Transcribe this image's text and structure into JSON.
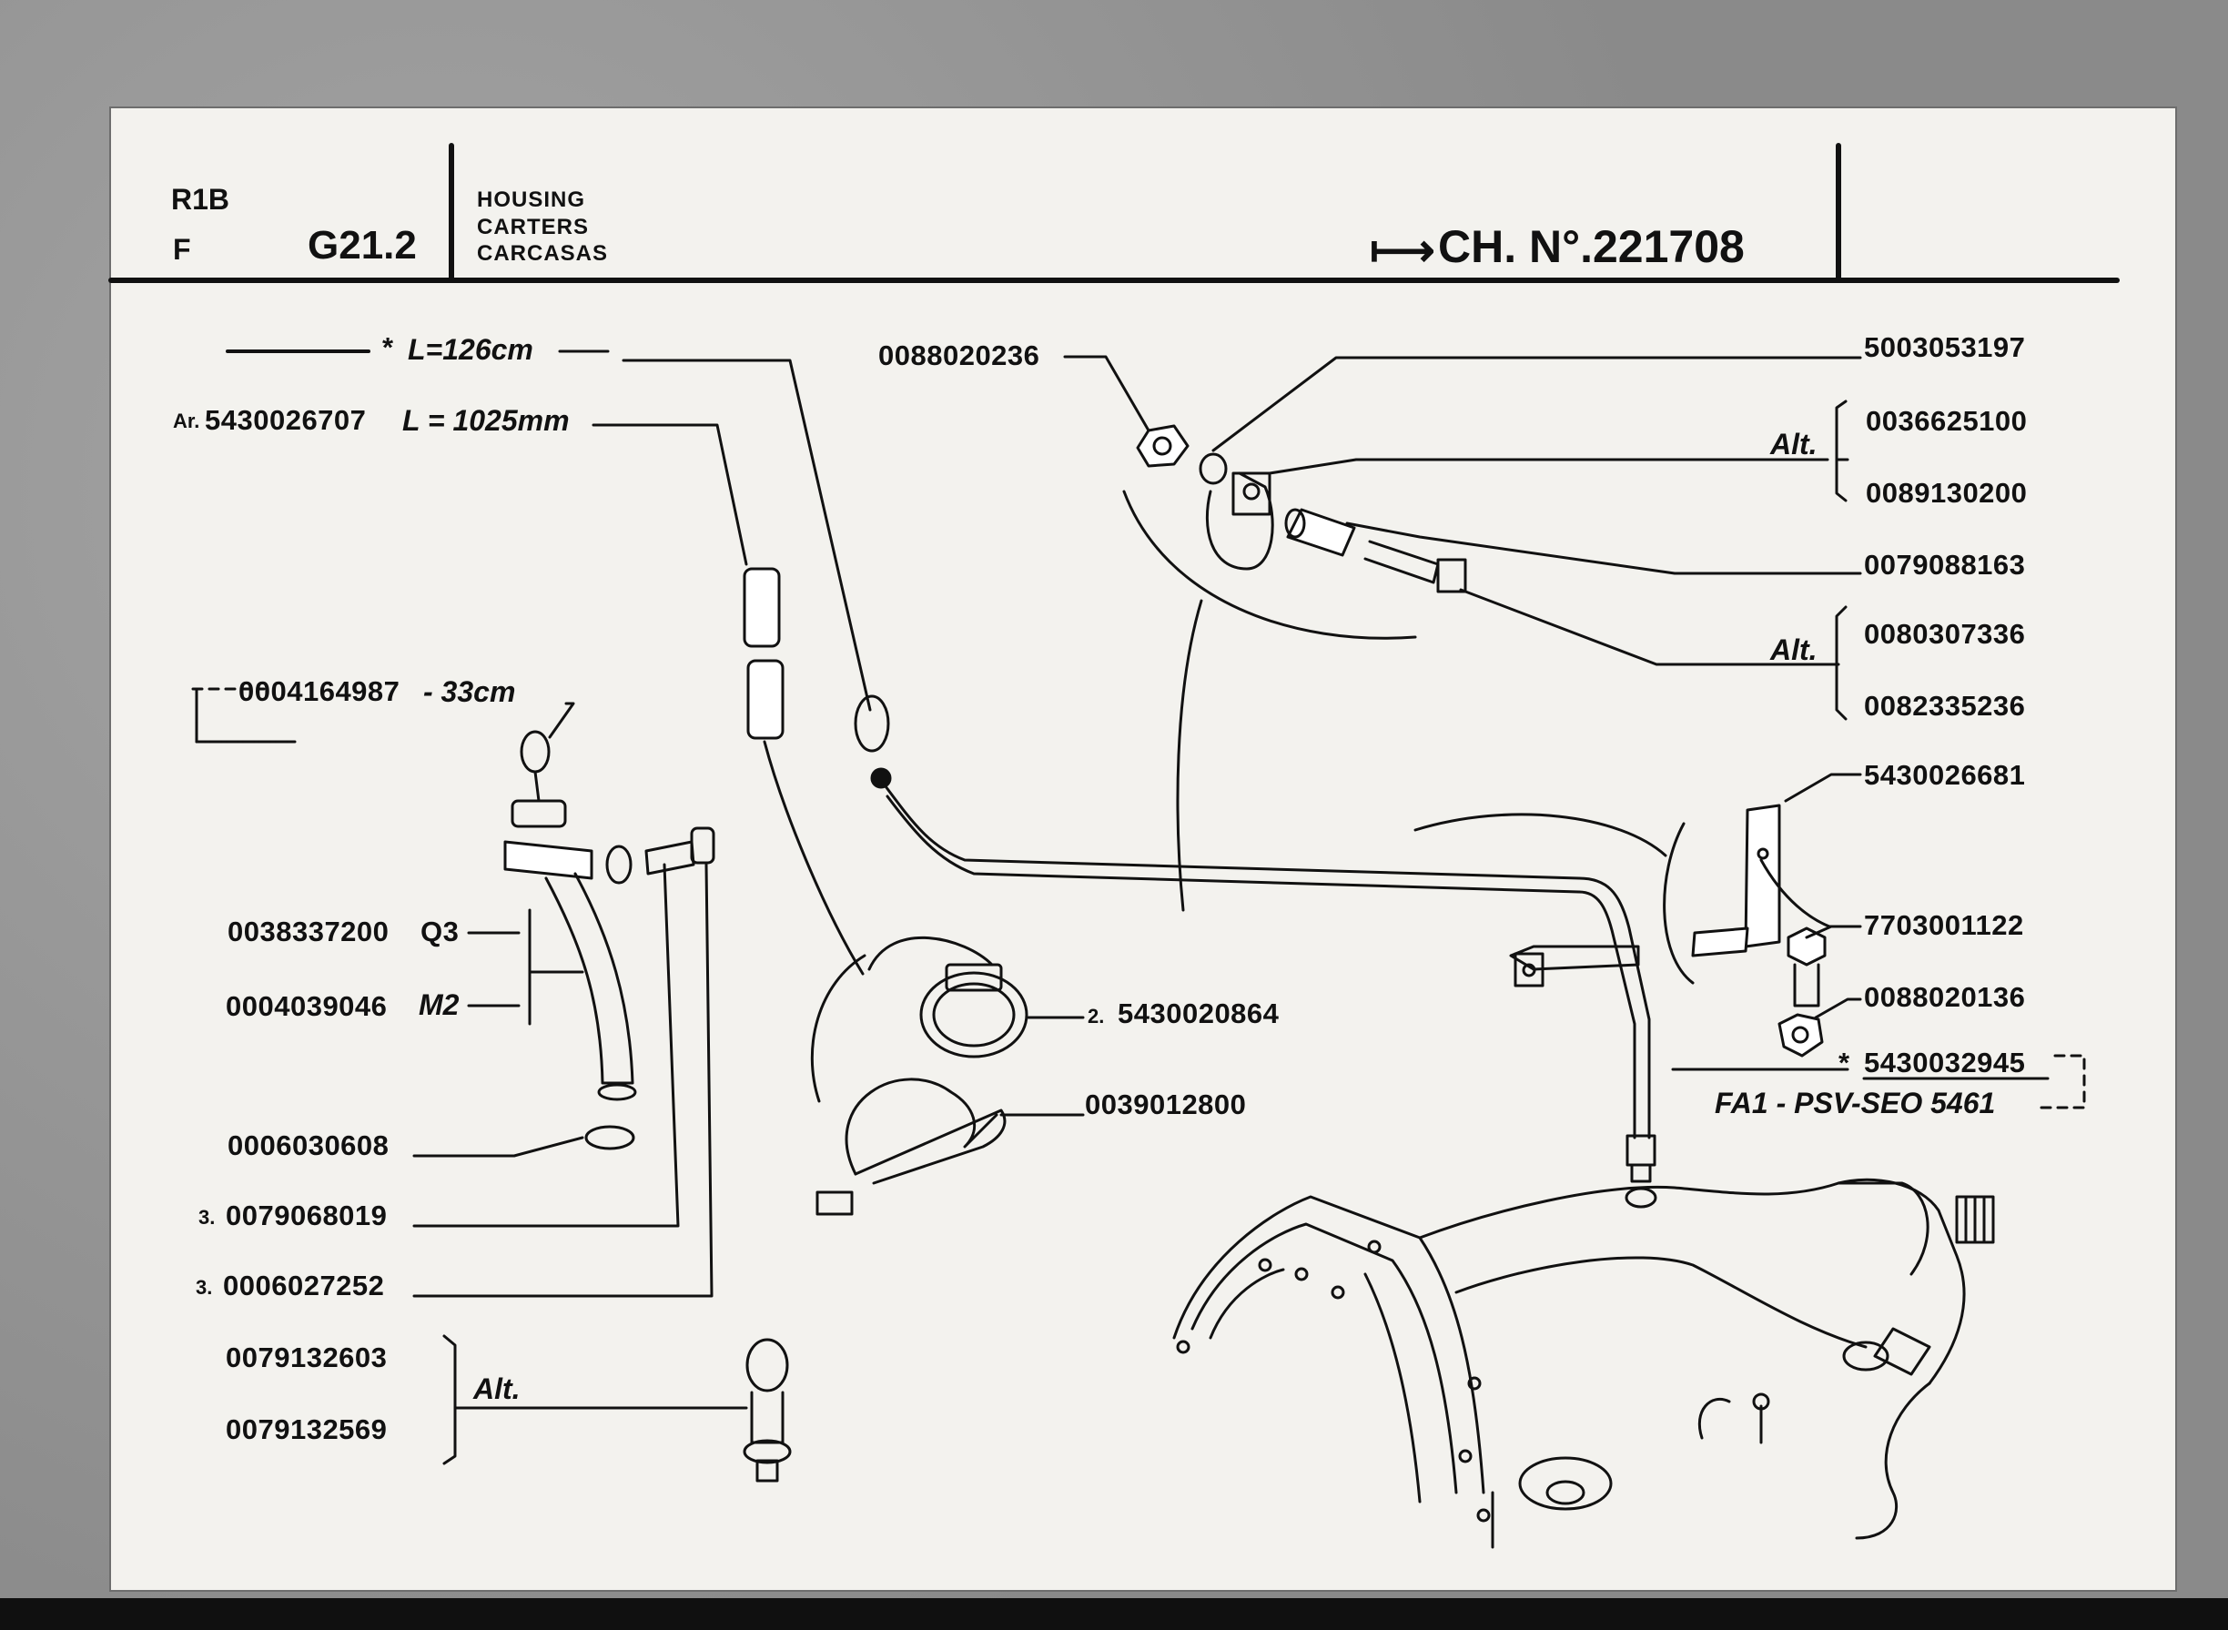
{
  "header": {
    "model": "R1B",
    "variant": "F",
    "group": "G21.2",
    "title_en": "HOUSING",
    "title_fr": "CARTERS",
    "title_es": "CARCASAS",
    "chassis_arrow": "⟼",
    "chassis": "CH. N°.221708"
  },
  "labels": {
    "cable_length": "L=126cm",
    "cable_star": "*",
    "dipstick_prefix": "Ar.",
    "dipstick_part": "5430026707",
    "dipstick_length": "L = 1025mm",
    "part_0004164987": "0004164987",
    "len_33cm": "- 33cm",
    "part_0038337200": "0038337200",
    "suffix_q3": "Q3",
    "part_0004039046": "0004039046",
    "suffix_m2": "M2",
    "part_0006030608": "0006030608",
    "qty_3a": "3.",
    "part_0079068019": "0079068019",
    "qty_3b": "3.",
    "part_0006027252": "0006027252",
    "part_0079132603": "0079132603",
    "part_0079132569": "0079132569",
    "alt_1": "Alt.",
    "part_0088020236": "0088020236",
    "qty_2": "2.",
    "part_5430020864": "5430020864",
    "part_0039012800": "0039012800",
    "part_5003053197": "5003053197",
    "part_0036625100": "0036625100",
    "part_0089130200": "0089130200",
    "alt_2": "Alt.",
    "part_0079088163": "0079088163",
    "part_0080307336": "0080307336",
    "part_0082335236": "0082335236",
    "alt_3": "Alt.",
    "part_5430026681": "5430026681",
    "part_7703001122": "7703001122",
    "part_0088020136": "0088020136",
    "star_2": "*",
    "part_5430032945": "5430032945",
    "fa_note": "FA1 - PSV-SEO 5461"
  },
  "colors": {
    "paper": "#f3f2ee",
    "ink": "#111111",
    "background": "#8e8e8e"
  }
}
